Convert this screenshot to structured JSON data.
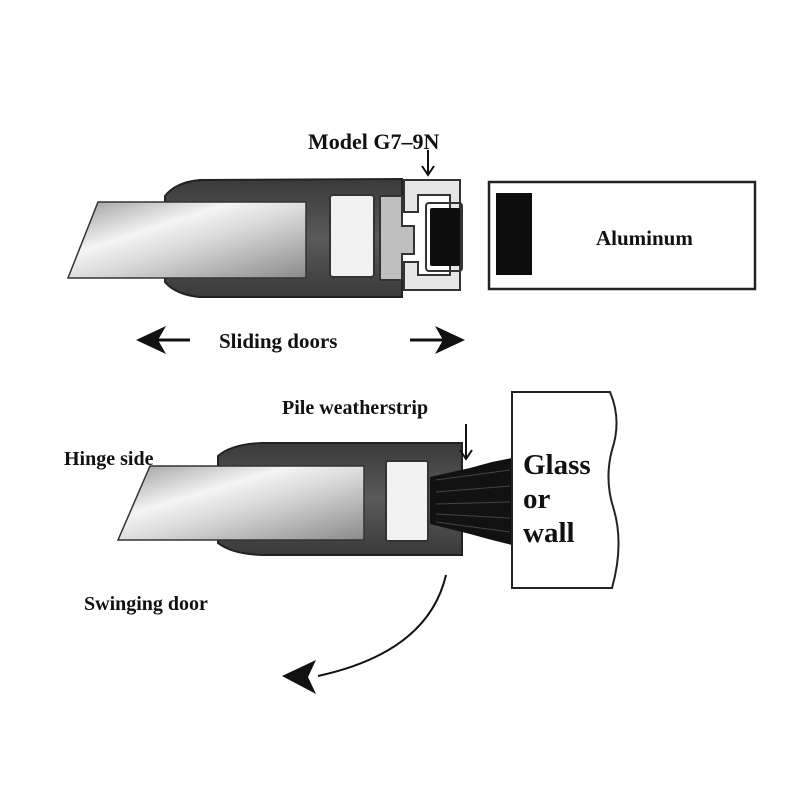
{
  "labels": {
    "model": "Model G7–9N",
    "aluminum": "Aluminum",
    "sliding_doors": "Sliding doors",
    "pile_weatherstrip": "Pile weatherstrip",
    "hinge_side": "Hinge side",
    "swinging_door": "Swinging door",
    "glass_or_wall": [
      "Glass",
      "or",
      "wall"
    ]
  },
  "colors": {
    "ink": "#111111",
    "frame_fill": "#4a4a4a",
    "glass_light": "#f2f2f2",
    "glass_dark": "#8c8c8c",
    "seal_black": "#0d0d0d",
    "paper": "#ffffff"
  }
}
